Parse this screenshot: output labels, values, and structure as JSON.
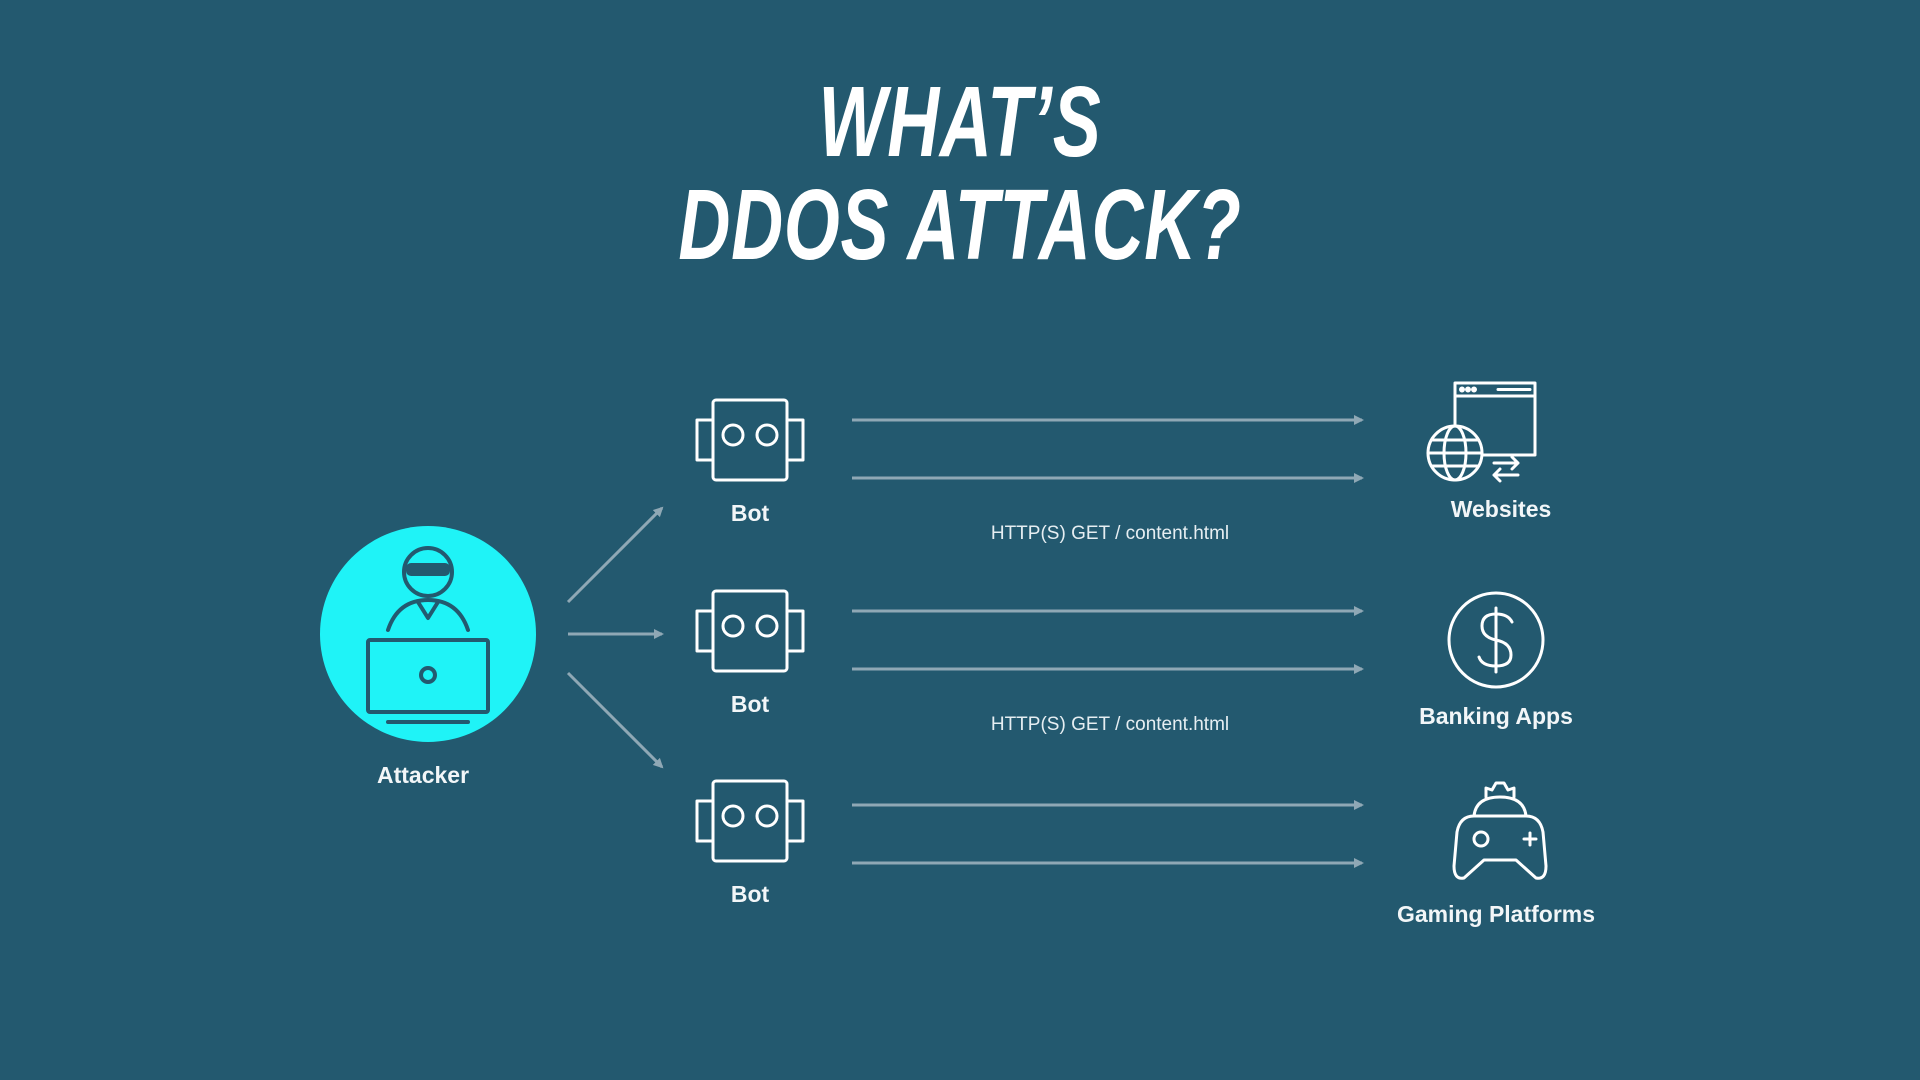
{
  "title": {
    "line1": "WHAT’S",
    "line2": "DDOS ATTACK?"
  },
  "attacker": {
    "label": "Attacker",
    "icon": "hacker-laptop-icon"
  },
  "bots": [
    {
      "label": "Bot",
      "icon": "bot-icon"
    },
    {
      "label": "Bot",
      "icon": "bot-icon"
    },
    {
      "label": "Bot",
      "icon": "bot-icon"
    }
  ],
  "requests": [
    {
      "label": "HTTP(S) GET / content.html"
    },
    {
      "label": "HTTP(S) GET / content.html"
    }
  ],
  "targets": [
    {
      "label": "Websites",
      "icon": "website-globe-icon"
    },
    {
      "label": "Banking Apps",
      "icon": "dollar-icon"
    },
    {
      "label": "Gaming Platforms",
      "icon": "game-controller-icon"
    }
  ],
  "colors": {
    "background": "#23596f",
    "attacker_circle": "#1ff3f7",
    "arrow": "#8fa8b5",
    "icon_stroke": "#ffffff"
  }
}
